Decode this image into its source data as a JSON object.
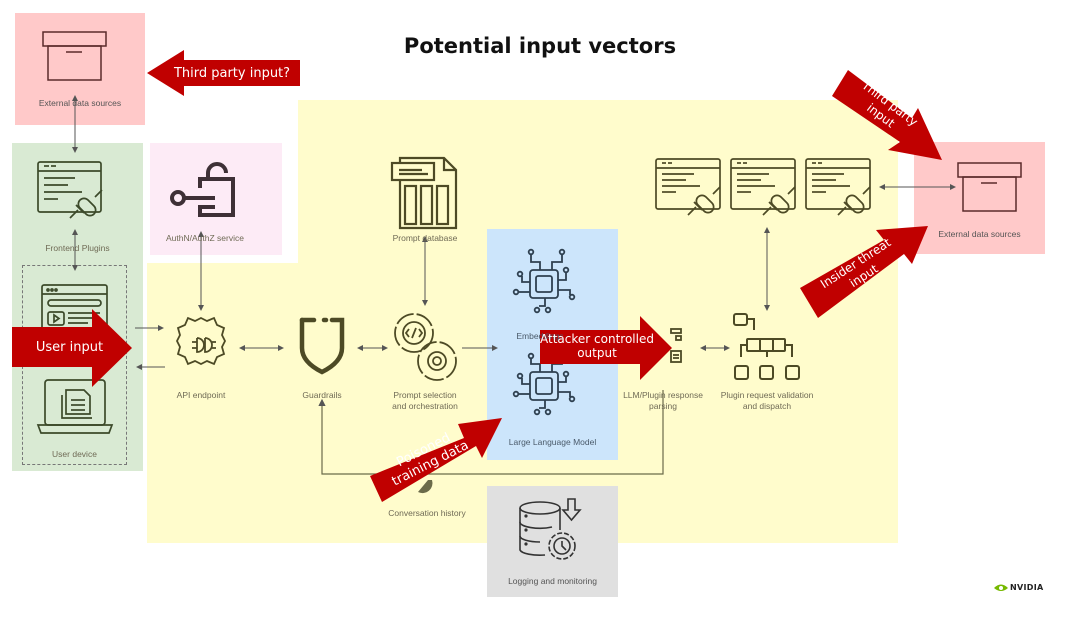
{
  "title": "Potential input vectors",
  "components": {
    "external_data_left": "External data sources",
    "frontend_plugins": "Frontend Plugins",
    "user_device": "User device",
    "auth_service": "AuthN/AuthZ service",
    "api_endpoint": "API endpoint",
    "guardrails": "Guardrails",
    "prompt_database": "Prompt database",
    "prompt_orchestration_line1": "Prompt selection",
    "prompt_orchestration_line2": "and orchestration",
    "embeddings": "Embeddings",
    "llm": "Large Language Model",
    "response_parsing_line1": "LLM/Plugin response",
    "response_parsing_line2": "parsing",
    "plugin_dispatch_line1": "Plugin request validation",
    "plugin_dispatch_line2": "and dispatch",
    "external_data_right": "External data sources",
    "conversation_history": "Conversation history",
    "logging": "Logging and monitoring"
  },
  "threat_arrows": {
    "third_party_left": "Third party input?",
    "user_input": "User input",
    "attacker_output_line1": "Attacker controlled",
    "attacker_output_line2": "output",
    "poisoned_line1": "Poisoned",
    "poisoned_line2": "training data",
    "third_party_right_line1": "Third party",
    "third_party_right_line2": "input",
    "insider_line1": "Insider threat",
    "insider_line2": "input"
  },
  "colors": {
    "threat_red": "#c00000",
    "external_pink": "#ffc9c9",
    "frontend_green": "#d9ead3",
    "auth_pink": "#fdebf6",
    "app_yellow": "#fffccc",
    "llm_blue": "#cce5fb",
    "logging_gray": "#e0e0e0"
  },
  "footer": {
    "brand": "NVIDIA"
  }
}
